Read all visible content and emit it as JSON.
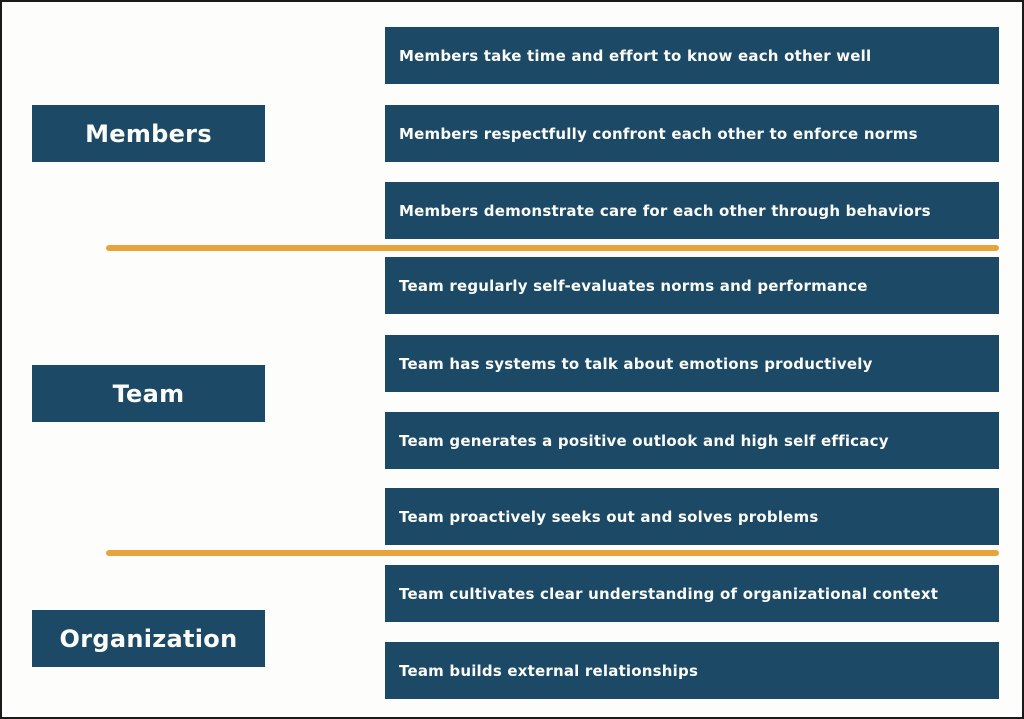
{
  "palette": {
    "box_blue": "#1C4A66",
    "divider_orange": "#E7A33C",
    "text_light": "#FBFBF8",
    "background": "#FDFDFB",
    "border_dark": "#1A1A1A"
  },
  "groups": [
    {
      "label": "Members",
      "items": [
        "Members take time and effort to know each other well",
        "Members respectfully confront each other to enforce norms",
        "Members demonstrate care for each other through behaviors"
      ]
    },
    {
      "label": "Team",
      "items": [
        "Team regularly self-evaluates norms and performance",
        "Team has systems to talk about emotions productively",
        "Team generates a positive outlook and high self efficacy",
        "Team proactively seeks out and solves problems"
      ]
    },
    {
      "label": "Organization",
      "items": [
        "Team cultivates clear understanding of organizational context",
        "Team builds external relationships"
      ]
    }
  ]
}
